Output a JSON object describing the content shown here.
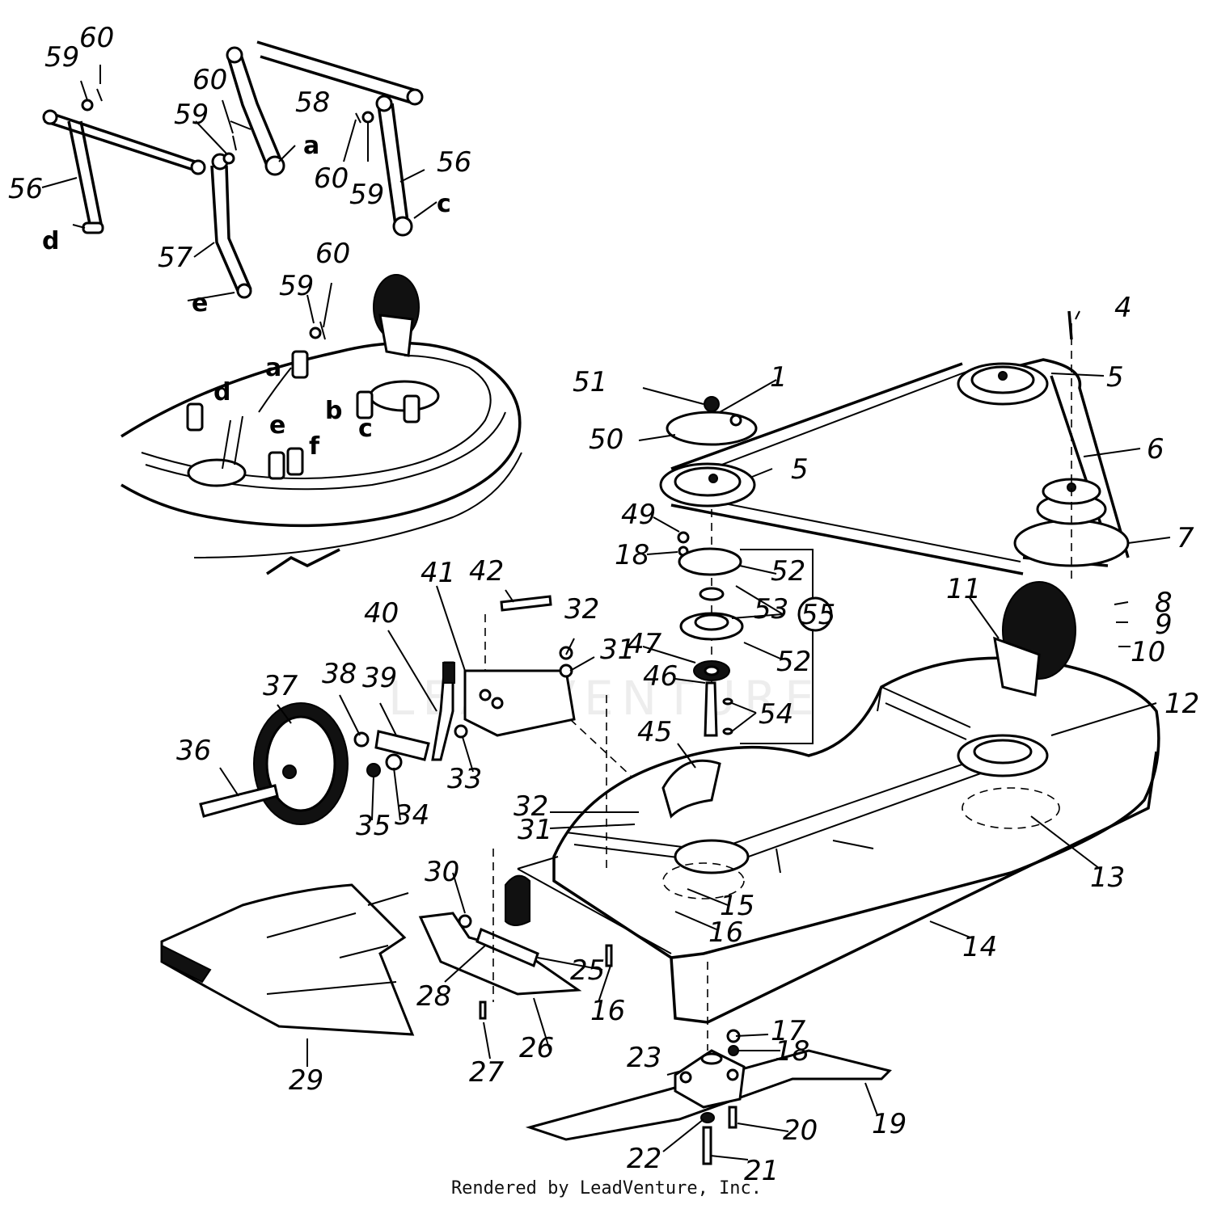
{
  "diagram": {
    "callouts": [
      "1",
      "4",
      "5",
      "5",
      "6",
      "7",
      "8",
      "9",
      "10",
      "11",
      "12",
      "13",
      "14",
      "15",
      "16",
      "16",
      "17",
      "18",
      "18",
      "19",
      "20",
      "21",
      "22",
      "23",
      "25",
      "26",
      "27",
      "28",
      "29",
      "30",
      "31",
      "31",
      "32",
      "32",
      "33",
      "34",
      "35",
      "36",
      "37",
      "38",
      "39",
      "40",
      "41",
      "42",
      "45",
      "46",
      "47",
      "49",
      "50",
      "51",
      "52",
      "52",
      "53",
      "54",
      "55",
      "56",
      "56",
      "57",
      "58",
      "59",
      "59",
      "59",
      "60",
      "60",
      "60",
      "60"
    ],
    "letters": [
      "a",
      "c",
      "d",
      "e",
      "a",
      "b",
      "c",
      "d",
      "e",
      "f"
    ],
    "watermark": "LEADVENTURE"
  },
  "footer": {
    "credit": "Rendered by LeadVenture, Inc."
  }
}
